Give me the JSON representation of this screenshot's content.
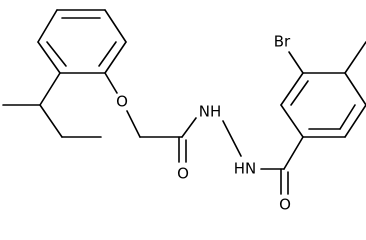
{
  "molecule": {
    "atoms": {
      "br": "Br",
      "ether_o": "O",
      "amide1_o": "O",
      "amide2_o": "O",
      "nh1": "NH",
      "nh2": "HN"
    }
  },
  "colors": {
    "bond": "#000000",
    "background": "#ffffff"
  }
}
